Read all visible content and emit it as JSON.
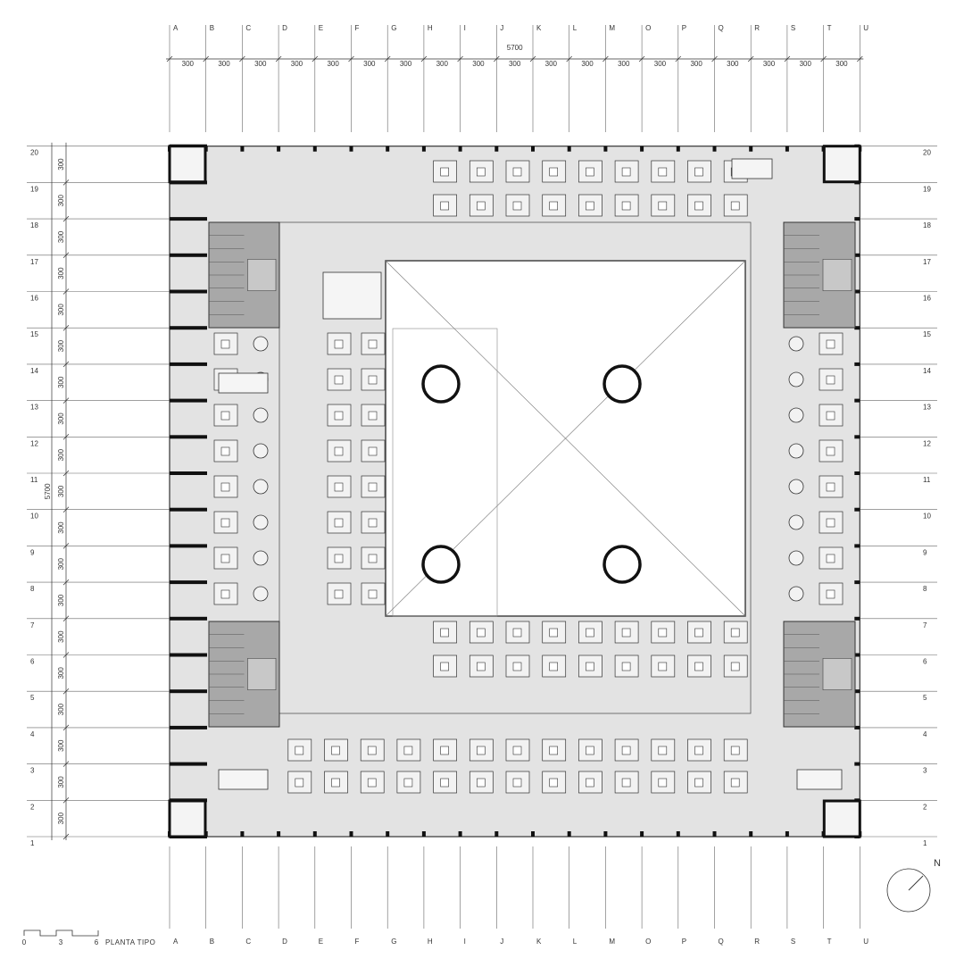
{
  "columns": [
    "A",
    "B",
    "C",
    "D",
    "E",
    "F",
    "G",
    "H",
    "I",
    "J",
    "K",
    "L",
    "M",
    "O",
    "P",
    "Q",
    "R",
    "S",
    "T",
    "U"
  ],
  "rows": [
    "1",
    "2",
    "3",
    "4",
    "5",
    "6",
    "7",
    "8",
    "9",
    "10",
    "11",
    "12",
    "13",
    "14",
    "15",
    "16",
    "17",
    "18",
    "19",
    "20"
  ],
  "bay_dimension": "300",
  "total_dimension": "5700",
  "scale_bar": {
    "ticks": [
      "0",
      "3",
      "6"
    ],
    "title": "PLANTA TIPO"
  },
  "north_label": "N"
}
